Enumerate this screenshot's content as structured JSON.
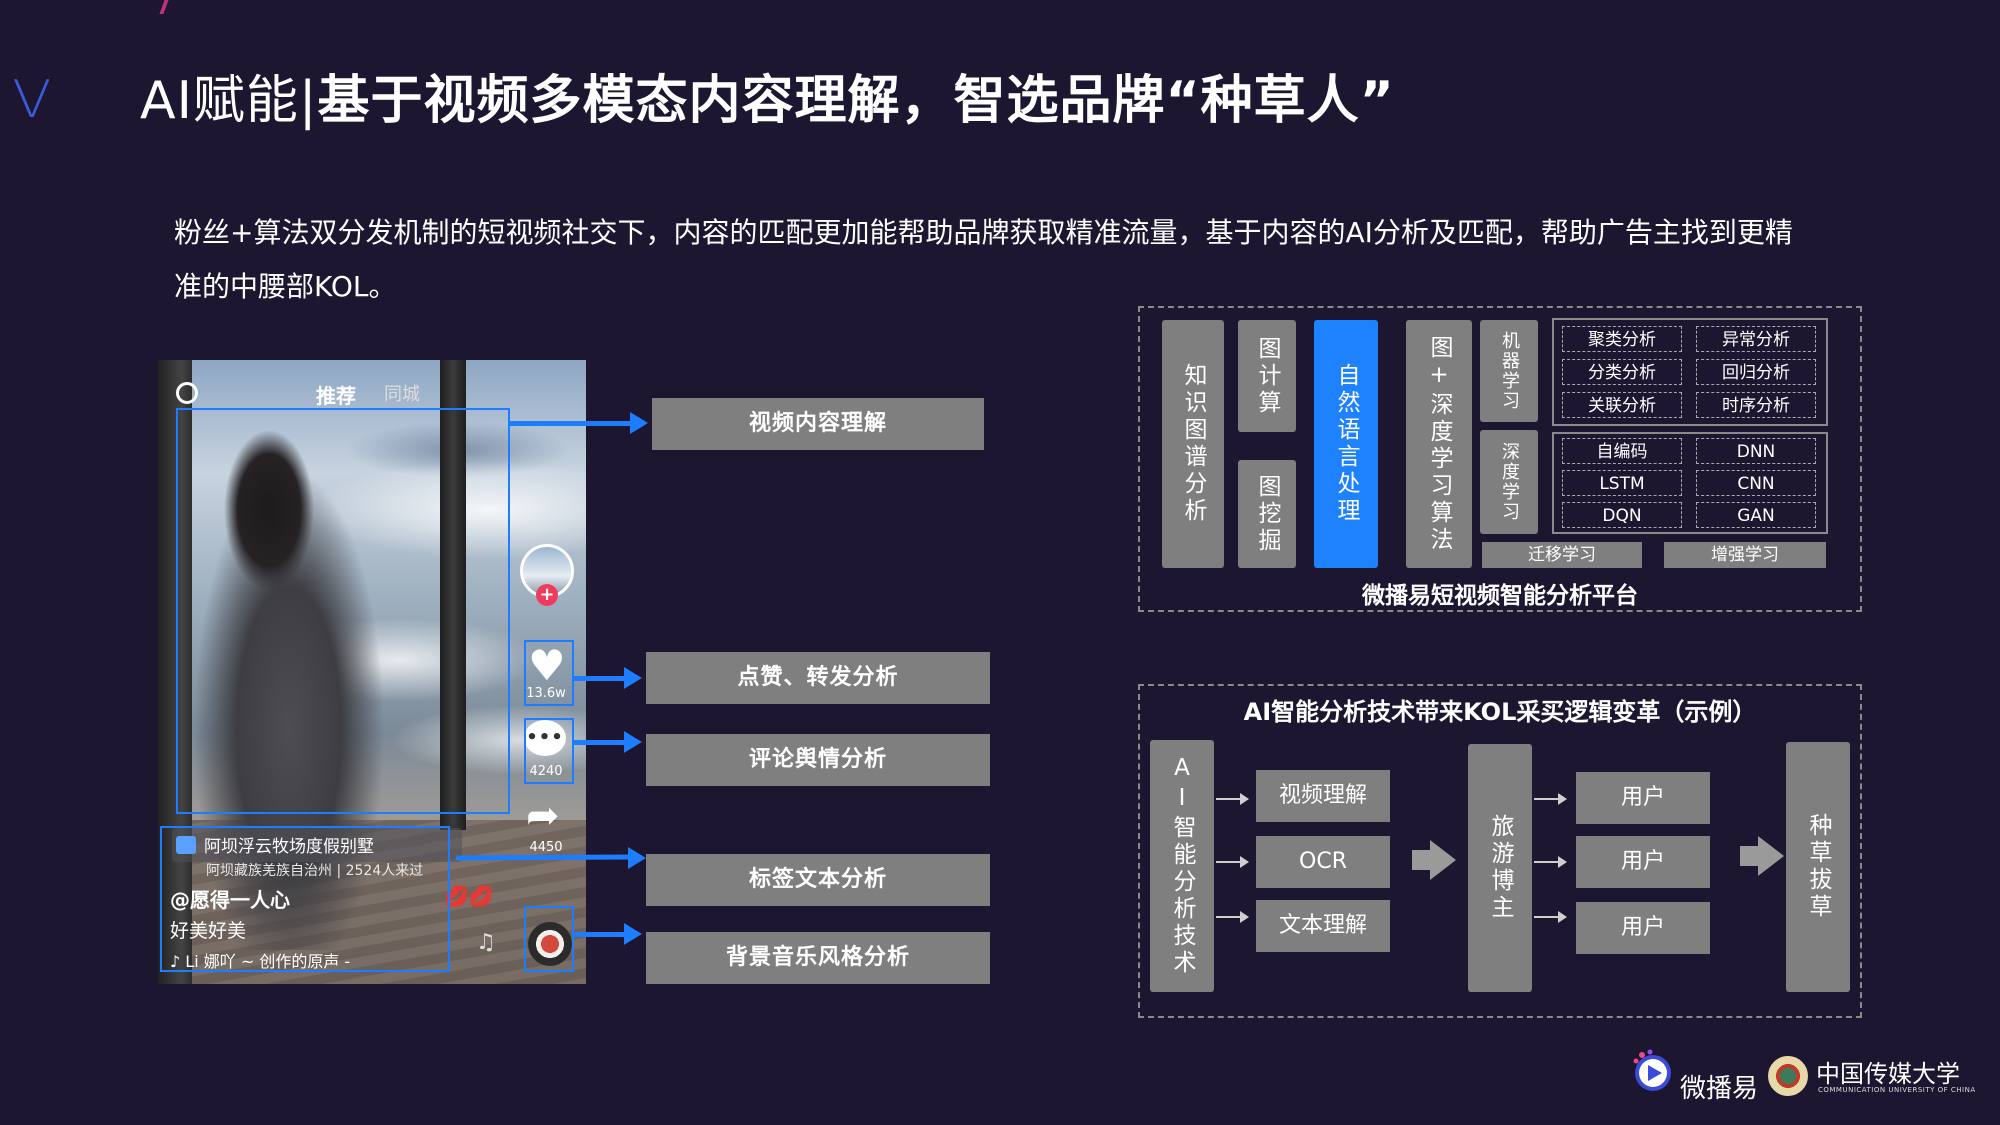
{
  "header": {
    "title_prefix": "AI赋能|",
    "title_main": "基于视频多模态内容理解，智选品牌“种草人”"
  },
  "intro": {
    "line1": "粉丝+算法双分发机制的短视频社交下，内容的匹配更加能帮助品牌获取精准流量，基于内容的AI分析及匹配，帮助广告主找到更精",
    "line2": "准的中腰部KOL。"
  },
  "phone": {
    "tab_recommend": "推荐",
    "tab_local": "同城",
    "likes": "13.6w",
    "comments": "4240",
    "shares": "4450",
    "location_name": "阿坝浮云牧场度假别墅",
    "location_sub": "阿坝藏族羌族自治州 | 2524人来过",
    "username": "@愿得一人心",
    "caption": "好美好美",
    "music": "♪ Li 娜吖 ~ 创作的原声 -"
  },
  "analysis_labels": {
    "video": "视频内容理解",
    "likes": "点赞、转发分析",
    "comments": "评论舆情分析",
    "tags": "标签文本分析",
    "music": "背景音乐风格分析"
  },
  "platform": {
    "title": "微播易短视频智能分析平台",
    "knowledge_graph": "知识图谱分析",
    "graph_compute": "图计算",
    "graph_mining": "图挖掘",
    "nlp": "自然语言处理",
    "graph_deep": "图+深度学习算法",
    "ml": "机器学习",
    "dl": "深度学习",
    "ml_cells": [
      "聚类分析",
      "异常分析",
      "分类分析",
      "回归分析",
      "关联分析",
      "时序分析"
    ],
    "dl_cells": [
      "自编码",
      "DNN",
      "LSTM",
      "CNN",
      "DQN",
      "GAN"
    ],
    "transfer": "迁移学习",
    "reinforce": "增强学习"
  },
  "kol": {
    "title": "AI智能分析技术带来KOL采买逻辑变革（示例）",
    "ai_tech": "AI智能分析技术",
    "inputs": [
      "视频理解",
      "OCR",
      "文本理解"
    ],
    "blogger": "旅游博主",
    "users": [
      "用户",
      "用户",
      "用户"
    ],
    "result": "种草拔草"
  },
  "footer": {
    "brand": "微播易",
    "university": "中国传媒大学",
    "university_en": "COMMUNICATION UNIVERSITY OF CHINA"
  },
  "colors": {
    "background": "#1c1630",
    "accent_blue": "#1e7cff",
    "box_gray": "#7f7f7f"
  }
}
